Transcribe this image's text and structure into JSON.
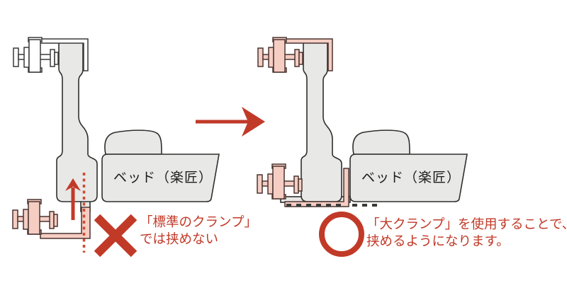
{
  "diagram": {
    "bed_label": "ベッド（楽匠）",
    "before": {
      "mark_icon": "cross-mark-icon",
      "clamp_name": "標準のクランプ",
      "caption_line1": "「標準のクランプ」",
      "caption_line2": "では挟めない"
    },
    "after": {
      "mark_icon": "circle-mark-icon",
      "clamp_name": "大クランプ",
      "caption_line1": "「大クランプ」を使用することで、",
      "caption_line2": "挟めるようになります。"
    },
    "colors": {
      "accent_red": "#c13a28",
      "dashed_red": "#cf4a33",
      "clamp_pink": "#f5cdc3",
      "grey_fill": "#e8e8e6"
    }
  }
}
